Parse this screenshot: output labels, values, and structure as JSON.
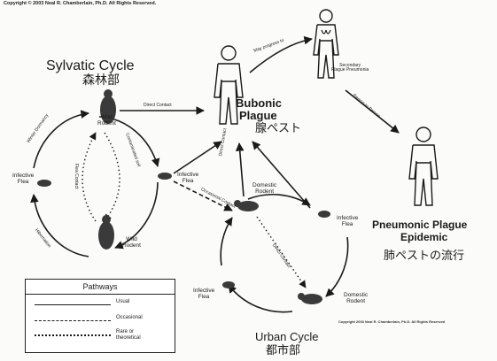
{
  "copyright": "Copyright © 2003 Neal R. Chamberlain, Ph.D. All Rights Reserved.",
  "copyright_small": "Copyright 2003 Neal R. Chamberlain, Ph.D. All Rights Reserved",
  "sylvatic": {
    "title": "Sylvatic Cycle",
    "title_jp": "森林部"
  },
  "urban": {
    "title": "Urban Cycle",
    "title_jp": "都市部"
  },
  "bubonic": {
    "title": "Bubonic",
    "title2": "Plague",
    "title_jp": "腺ペスト"
  },
  "pneumonic": {
    "title": "Pneumonic Plague",
    "title2": "Epidemic",
    "title_jp": "肺ペストの流行"
  },
  "labels": {
    "wild_rodent": "Wild",
    "rodent": "Rodent",
    "infective_flea": "Infective",
    "flea": "Flea",
    "domestic_rodent": "Domestic",
    "direct_contact": "Direct Contact",
    "direct": "Direct",
    "contact": "Contact",
    "occasional_contact": "Occasional Contact",
    "may_progress_to": "May progress to",
    "secondary": "Secondary",
    "plague_pneumonia": "Plague Pneumonia",
    "person_to_person": "Person to Person",
    "winter_dormancy": "Winter Dormancy",
    "hibernation": "Hibernation",
    "contaminated": "Contaminated soil",
    "on_rodents": "On rodents",
    "flea_contact": "Flea Contact"
  },
  "legend": {
    "title": "Pathways",
    "usual": "Usual",
    "occasional": "Occasional",
    "rare": "Rare or",
    "theoretical": "theoretical"
  },
  "colors": {
    "ink": "#1a1a1a",
    "paper": "#fbfbfa"
  }
}
